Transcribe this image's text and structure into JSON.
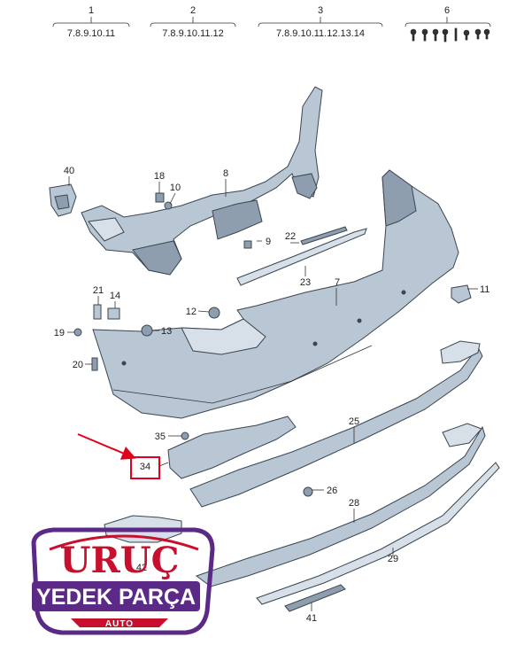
{
  "header_groups": [
    {
      "number": "1",
      "items": "7.8.9.10.11"
    },
    {
      "number": "2",
      "items": "7.8.9.10.11.12"
    },
    {
      "number": "3",
      "items": "7.8.9.10.11.12.13.14"
    },
    {
      "number": "6",
      "items": ""
    }
  ],
  "callouts": {
    "p40": "40",
    "p18": "18",
    "p10": "10",
    "p8": "8",
    "p9": "9",
    "p22": "22",
    "p23": "23",
    "p7": "7",
    "p11": "11",
    "p21": "21",
    "p14": "14",
    "p12": "12",
    "p19": "19",
    "p13": "13",
    "p20": "20",
    "p35": "35",
    "p25": "25",
    "p34": "34",
    "p26": "26",
    "p28": "28",
    "p29": "29",
    "p42": "42",
    "p41": "41"
  },
  "highlight_color": "#e0001b",
  "watermark": {
    "title": "URUÇ",
    "subtitle": "YEDEK PARÇA",
    "tagline": "AUTO",
    "colors": {
      "red": "#c8102e",
      "purple": "#5b2a86",
      "white": "#ffffff"
    }
  }
}
